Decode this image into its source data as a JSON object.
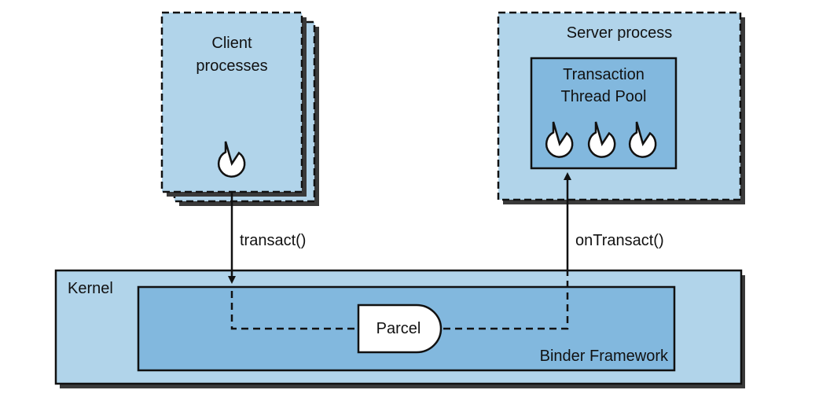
{
  "colors": {
    "light_blue": "#b1d4ea",
    "mid_blue": "#82b8de",
    "outline": "#111111",
    "shadow": "#3a3a3a",
    "white": "#ffffff"
  },
  "client": {
    "label_line1": "Client",
    "label_line2": "processes"
  },
  "server": {
    "label": "Server process"
  },
  "thread_pool": {
    "label_line1": "Transaction",
    "label_line2": "Thread Pool",
    "thread_count": 3
  },
  "arrows": {
    "transact": "transact()",
    "on_transact": "onTransact()"
  },
  "kernel": {
    "label": "Kernel"
  },
  "binder": {
    "label": "Binder Framework"
  },
  "parcel": {
    "label": "Parcel"
  },
  "icons": [
    "thread-icon",
    "arrowhead-icon"
  ]
}
